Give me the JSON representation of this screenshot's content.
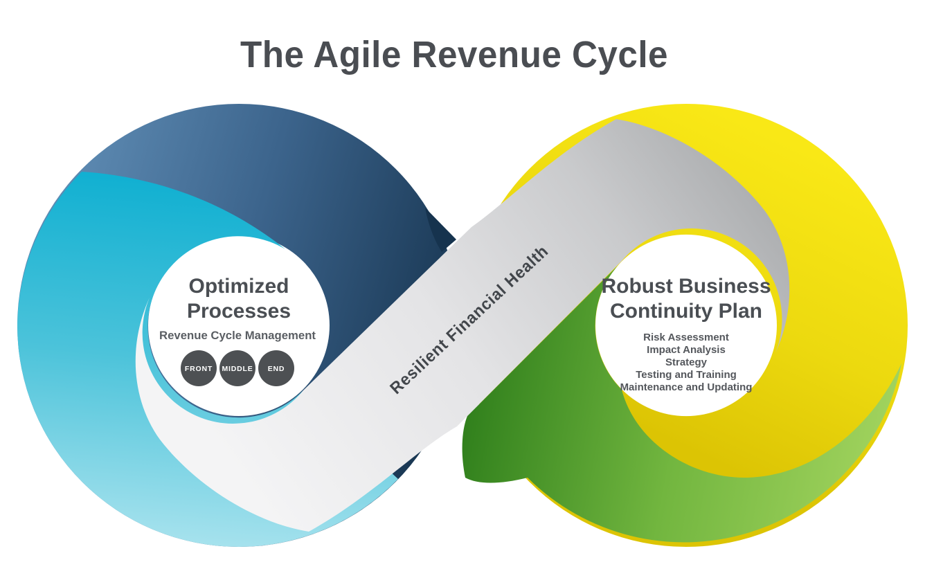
{
  "title": "The Agile Revenue Cycle",
  "left_loop": {
    "heading_line1": "Optimized",
    "heading_line2": "Processes",
    "subtitle": "Revenue Cycle Management",
    "stages": [
      "FRONT",
      "MIDDLE",
      "END"
    ]
  },
  "center_band": {
    "label": "Resilient Financial Health"
  },
  "right_loop": {
    "heading_line1": "Robust Business",
    "heading_line2": "Continuity Plan",
    "items": [
      "Risk Assessment",
      "Impact Analysis",
      "Strategy",
      "Testing and Training",
      "Maintenance and Updating"
    ]
  },
  "colors": {
    "background": "#ffffff",
    "title_text": "#4a4d52",
    "heading_text": "#4a4e53",
    "subtitle_text": "#5a5e63",
    "list_text": "#54575c",
    "band_text": "#42464b",
    "stage_circle_fill": "#4d5053",
    "stage_circle_text": "#ffffff",
    "blue_light": "#5d8ab2",
    "blue_dark": "#16334e",
    "cyan_top": "#0eafd1",
    "cyan_bottom": "#a9e3ee",
    "yellow_bright": "#f9e816",
    "yellow_dark": "#dcc404",
    "green_dark": "#2e7e1b",
    "green_light": "#a3d45f",
    "gray_light": "#f4f4f5",
    "gray_dark": "#a5a7a9"
  }
}
